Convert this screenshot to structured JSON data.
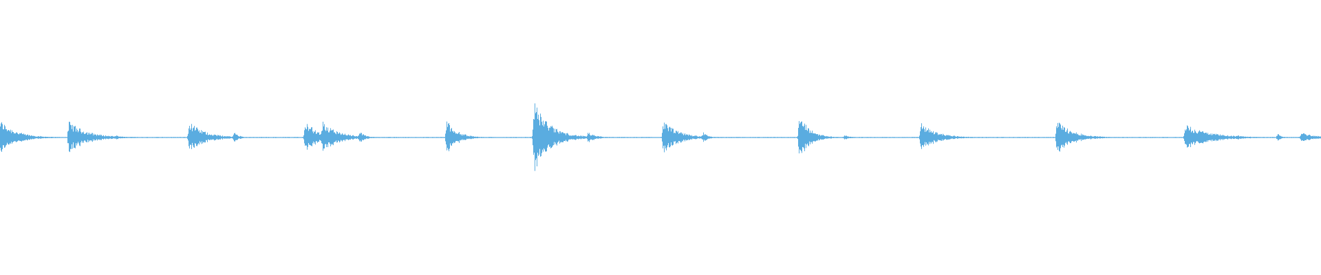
{
  "waveform": {
    "color": "#5AACE0",
    "background": "#FFFFFF",
    "baseline_amplitude": 0.004,
    "transients": [
      {
        "time": 0.0,
        "peak": 0.13,
        "decay": 0.012
      },
      {
        "time": 0.052,
        "peak": 0.12,
        "decay": 0.014
      },
      {
        "time": 0.087,
        "peak": 0.02,
        "decay": 0.004
      },
      {
        "time": 0.143,
        "peak": 0.12,
        "decay": 0.012
      },
      {
        "time": 0.177,
        "peak": 0.04,
        "decay": 0.004
      },
      {
        "time": 0.231,
        "peak": 0.14,
        "decay": 0.008
      },
      {
        "time": 0.244,
        "peak": 0.12,
        "decay": 0.012
      },
      {
        "time": 0.272,
        "peak": 0.05,
        "decay": 0.004
      },
      {
        "time": 0.338,
        "peak": 0.13,
        "decay": 0.008
      },
      {
        "time": 0.404,
        "peak": 0.27,
        "decay": 0.012
      },
      {
        "time": 0.445,
        "peak": 0.04,
        "decay": 0.006
      },
      {
        "time": 0.502,
        "peak": 0.12,
        "decay": 0.012
      },
      {
        "time": 0.532,
        "peak": 0.04,
        "decay": 0.004
      },
      {
        "time": 0.605,
        "peak": 0.17,
        "decay": 0.008
      },
      {
        "time": 0.639,
        "peak": 0.02,
        "decay": 0.004
      },
      {
        "time": 0.697,
        "peak": 0.11,
        "decay": 0.012
      },
      {
        "time": 0.8,
        "peak": 0.13,
        "decay": 0.012
      },
      {
        "time": 0.897,
        "peak": 0.1,
        "decay": 0.018
      },
      {
        "time": 0.937,
        "peak": 0.02,
        "decay": 0.003
      },
      {
        "time": 0.967,
        "peak": 0.03,
        "decay": 0.003
      },
      {
        "time": 0.985,
        "peak": 0.04,
        "decay": 0.01
      }
    ]
  }
}
